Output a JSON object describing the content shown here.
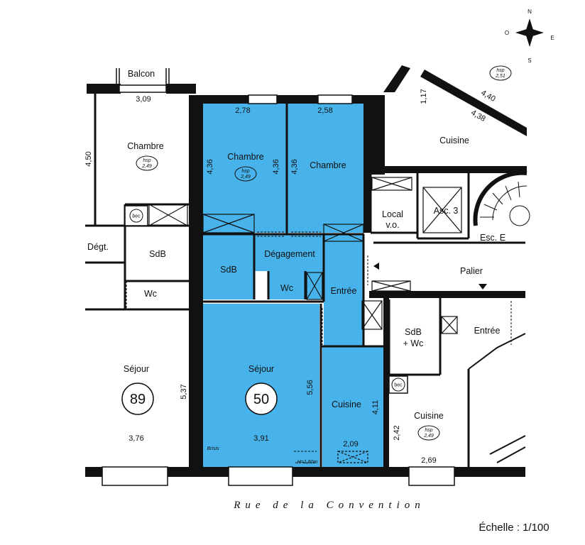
{
  "compass": {
    "n": "N",
    "e": "E",
    "s": "S",
    "o": "O"
  },
  "colors": {
    "apartment_fill": "#47b3ea",
    "wall": "#111111",
    "background": "#ffffff"
  },
  "street": "Rue de la Convention",
  "scale": "Échelle : 1/100",
  "unit_main": "50",
  "unit_neighbor": "89",
  "hsp": {
    "label": "hsp",
    "v249": "2,49",
    "v251": "2,51"
  },
  "rooms": {
    "balcon": "Balcon",
    "chambre": "Chambre",
    "sdb": "SdB",
    "degagement": "Dégagement",
    "wc": "Wc",
    "entree": "Entrée",
    "sejour": "Séjour",
    "cuisine": "Cuisine",
    "local": "Local",
    "vo": "v.o.",
    "asc": "Asc. 3",
    "esc": "Esc. E",
    "palier": "Palier",
    "sdb_wc_1": "SdB",
    "sdb_wc_2": "+ Wc",
    "degt": "Dégt.",
    "bec": "bec",
    "brisis": "Brisis",
    "hauteur": "H=1,80m"
  },
  "dims": {
    "balcony_w": "3,09",
    "left_ch_h": "4,50",
    "ch1_w": "2,78",
    "ch1_h": "4,36",
    "ch1_h2": "4,36",
    "ch2_w": "2,58",
    "ch2_h": "4,36",
    "diag1": "1,17",
    "diag2": "4,40",
    "diag3": "4,38",
    "sej_left_h": "5,37",
    "sej_left_w": "3,76",
    "sej_w": "3,91",
    "sej_h": "5,56",
    "cuis_h": "4,11",
    "cuis_w": "2,09",
    "cuis_right_h": "2,42",
    "cuis_right_w": "2,69"
  }
}
